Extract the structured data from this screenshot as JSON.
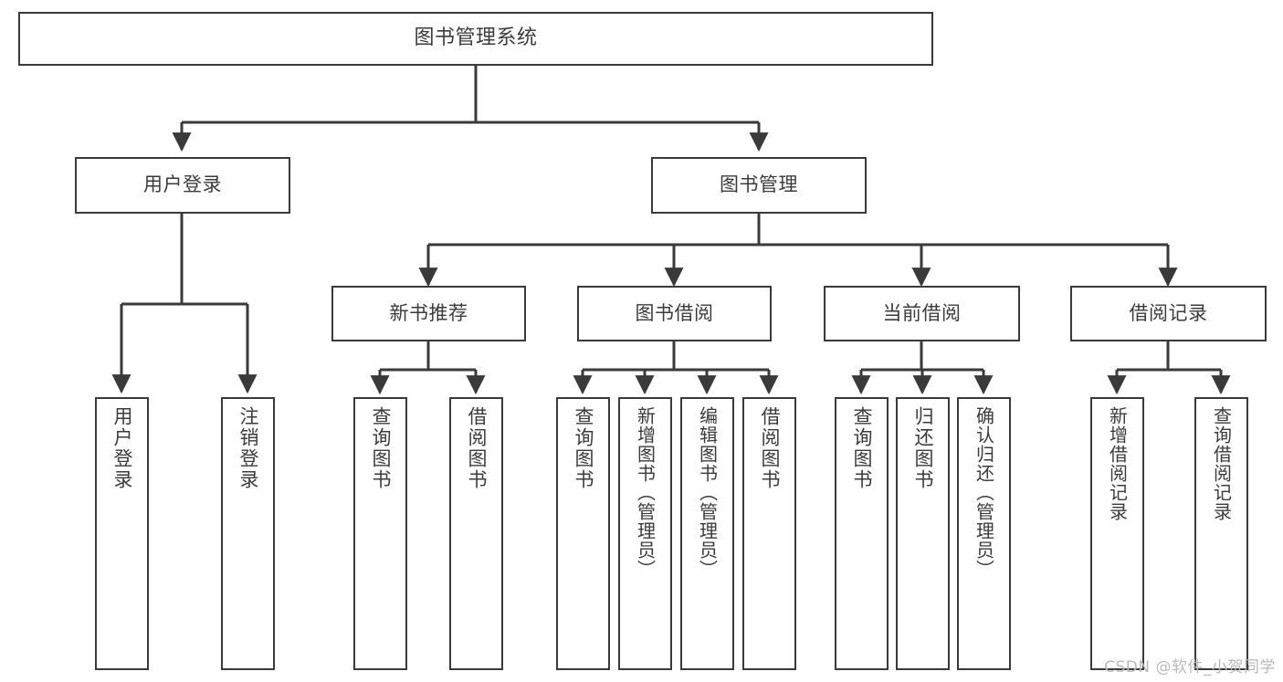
{
  "diagram": {
    "title_node": {
      "id": "root",
      "label": "图书管理系统"
    },
    "level1": [
      {
        "id": "user-login",
        "label": "用户登录"
      },
      {
        "id": "book-management",
        "label": "图书管理"
      }
    ],
    "level2": [
      {
        "id": "new-book-recommend",
        "label": "新书推荐"
      },
      {
        "id": "book-borrow",
        "label": "图书借阅"
      },
      {
        "id": "current-borrow",
        "label": "当前借阅"
      },
      {
        "id": "borrow-record",
        "label": "借阅记录"
      }
    ],
    "leaves": {
      "user_login": [
        {
          "id": "leaf-user-login",
          "label": "用户登录"
        },
        {
          "id": "leaf-logout-login",
          "label": "注销登录"
        }
      ],
      "new_book_recommend": [
        {
          "id": "leaf-query-book-1",
          "label": "查询图书"
        },
        {
          "id": "leaf-borrow-book-1",
          "label": "借阅图书"
        }
      ],
      "book_borrow": [
        {
          "id": "leaf-query-book-2",
          "label": "查询图书"
        },
        {
          "id": "leaf-add-book",
          "label": "新增图书（管理员）"
        },
        {
          "id": "leaf-edit-book",
          "label": "编辑图书（管理员）"
        },
        {
          "id": "leaf-borrow-book-2",
          "label": "借阅图书"
        }
      ],
      "current_borrow": [
        {
          "id": "leaf-query-book-3",
          "label": "查询图书"
        },
        {
          "id": "leaf-return-book",
          "label": "归还图书"
        },
        {
          "id": "leaf-confirm-return",
          "label": "确认归还（管理员）"
        }
      ],
      "borrow_record": [
        {
          "id": "leaf-add-record",
          "label": "新增借阅记录"
        },
        {
          "id": "leaf-query-record",
          "label": "查询借阅记录"
        }
      ]
    }
  },
  "watermark": {
    "text": "CSDN @软件_小贺同学"
  },
  "colors": {
    "stroke": "#3a3a3a",
    "text": "#3b3b3b",
    "background": "#ffffff",
    "watermark": "#b9b9b9"
  }
}
